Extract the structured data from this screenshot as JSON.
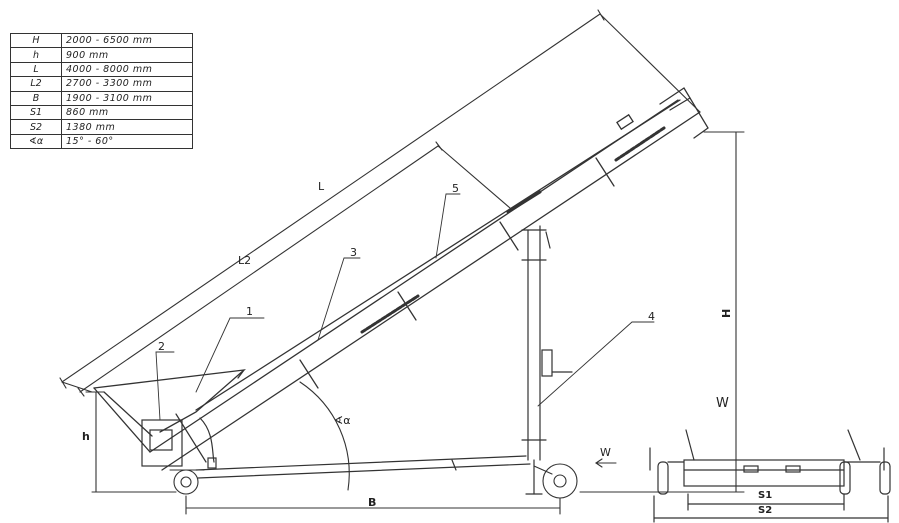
{
  "spec_table": [
    {
      "symbol": "H",
      "value": "2000 - 6500 mm"
    },
    {
      "symbol": "h",
      "value": "900 mm"
    },
    {
      "symbol": "L",
      "value": "4000 - 8000 mm"
    },
    {
      "symbol": "L2",
      "value": "2700 - 3300 mm"
    },
    {
      "symbol": "B",
      "value": "1900 - 3100 mm"
    },
    {
      "symbol": "S1",
      "value": "860 mm"
    },
    {
      "symbol": "S2",
      "value": "1380 mm"
    },
    {
      "symbol": "∢α",
      "value": "15° - 60°"
    }
  ],
  "labels": {
    "dim_L": "L",
    "dim_L2": "L2",
    "dim_H": "H",
    "dim_h": "h",
    "dim_B": "B",
    "dim_S1": "S1",
    "dim_S2": "S2",
    "angle": "∢α",
    "view_w_main": "W",
    "view_w_title": "W"
  },
  "callouts": [
    "1",
    "2",
    "3",
    "4",
    "5"
  ]
}
